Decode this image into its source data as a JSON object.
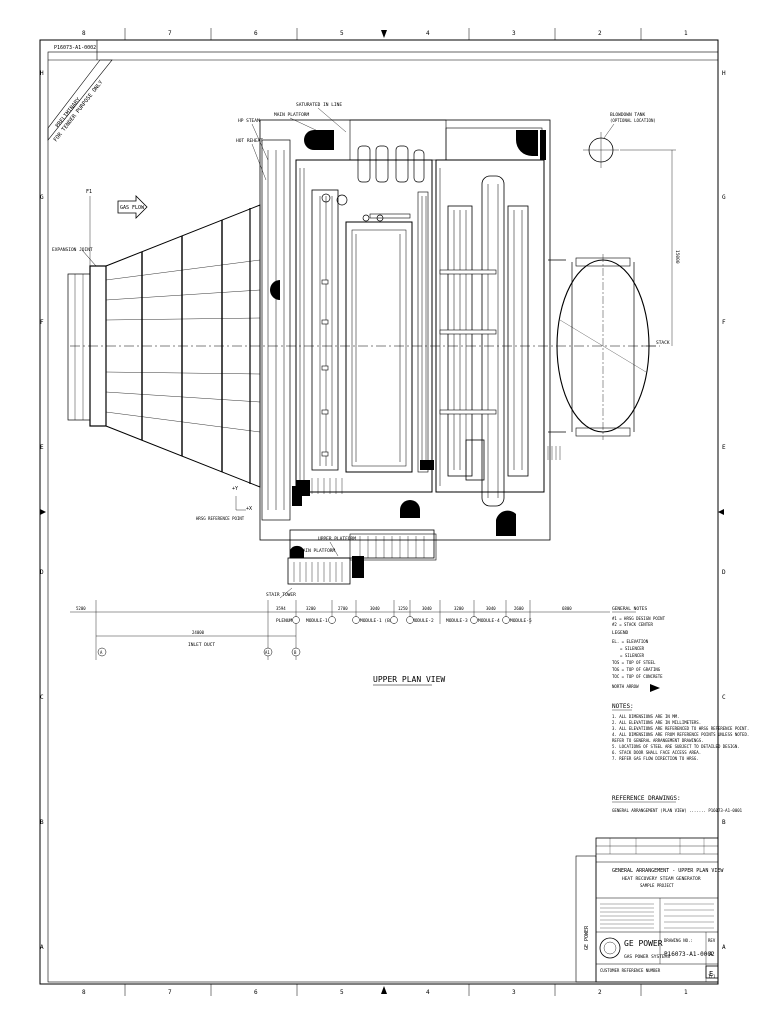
{
  "drawing_id_top": "P16073-A1-0002",
  "col_labels": [
    "8",
    "7",
    "6",
    "5",
    "4",
    "3",
    "2",
    "1"
  ],
  "row_labels": [
    "H",
    "G",
    "F",
    "E",
    "D",
    "C",
    "B",
    "A"
  ],
  "stamp_line1": "PRELIMINARY",
  "stamp_line2": "FOR TENDER PURPOSE ONLY",
  "gas_flow": "GAS FLOW",
  "view_title": "UPPER PLAN VIEW",
  "callouts": {
    "expansion_joint": "EXPANSION JOINT",
    "dimension_15000": "15000",
    "hp_steam": "HP STEAM",
    "hot_reheat": "HOT REHEAT",
    "main_platform": "MAIN PLATFORM",
    "saturated_inlet": "SATURATED IN LINE",
    "blowdown_tank": "BLOWDOWN TANK",
    "blowdown_tank_sub": "(OPTIONAL LOCATION)",
    "stack": "STACK",
    "upper_platform": "UPPER PLATFORM",
    "main_platform_b": "MAIN PLATFORM",
    "stair_tower": "STAIR TOWER",
    "hrsg_ref": "HRSG REFERENCE POINT",
    "dim_lower": "24000"
  },
  "dimension_row": [
    "5200",
    "3594",
    "3200",
    "2700",
    "3040",
    "1250",
    "3040",
    "3200",
    "3040",
    "2600",
    "6800"
  ],
  "section_labels": [
    "PLENUM",
    "MODULE-1",
    "MODULE-1 (B/S)",
    "MODULE-2",
    "MODULE-3",
    "MODULE-4",
    "MODULE-5"
  ],
  "bubble_letters": [
    "A",
    "A1",
    "B"
  ],
  "inlet_duct": "INLET DUCT",
  "general_notes": {
    "title": "GENERAL NOTES",
    "items": [
      "#1 = HRSG DESIGN POINT",
      "#2 = STACK CENTER"
    ]
  },
  "legend": {
    "title": "LEGEND",
    "items": [
      "EL. = ELEVATION",
      "= SILENCER",
      "= SILENCER",
      "TOS = TOP OF STEEL",
      "TOG = TOP OF GRATING",
      "TOC = TOP OF CONCRETE"
    ],
    "north": "NORTH ARROW"
  },
  "notes": {
    "title": "NOTES:",
    "items": [
      "1. ALL DIMENSIONS ARE IN MM.",
      "2. ALL ELEVATIONS ARE IN MILLIMETERS.",
      "3. ALL ELEVATIONS ARE REFERENCED TO HRSG REFERENCE POINT.",
      "4. ALL DIMENSIONS ARE FROM REFERENCE POINTS UNLESS NOTED.",
      "   REFER TO GENERAL ARRANGEMENT DRAWINGS.",
      "5. LOCATIONS OF STEEL ARE SUBJECT TO DETAILED DESIGN.",
      "6. STACK DOOR SHALL FACE ACCESS AREA.",
      "7. REFER GAS FLOW DIRECTION TO HRSG."
    ]
  },
  "reference_drawings": {
    "title": "REFERENCE DRAWINGS:",
    "items": [
      "GENERAL ARRANGEMENT (PLAN VIEW) ....... P16073-A1-0001"
    ]
  },
  "title_block": {
    "title_line1": "GENERAL ARRANGEMENT - UPPER PLAN VIEW",
    "title_line2": "HEAT RECOVERY STEAM GENERATOR",
    "title_line3": "SAMPLE PROJECT",
    "company": "GE POWER",
    "division": "GAS POWER SYSTEMS",
    "dwg_no_label": "DRAWING NO.:",
    "dwg_no": "P16073-A1-0002",
    "rev_label": "REV",
    "rev": "A",
    "sheet": "1/1",
    "size": "E",
    "footer": "CUSTOMER REFERENCE NUMBER",
    "side_tab": "GE POWER"
  }
}
